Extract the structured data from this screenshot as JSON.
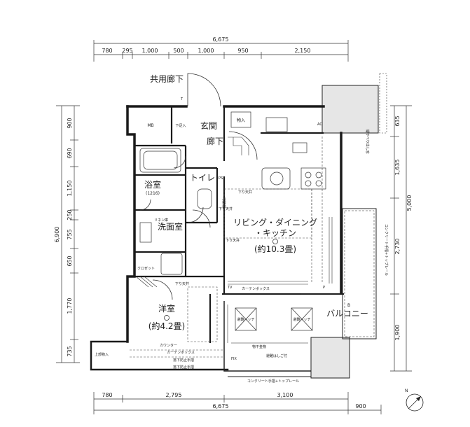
{
  "dimensions": {
    "top_total": "6,675",
    "top_segments": [
      "780",
      "295",
      "1,000",
      "500",
      "1,000",
      "950",
      "2,150"
    ],
    "bottom_segments": [
      "780",
      "2,795",
      "3,100"
    ],
    "bottom_total": "6,675",
    "bottom_balcony": "900",
    "left_total": "6,900",
    "left_segments": [
      "900",
      "690",
      "1,150",
      "250",
      "755",
      "650",
      "1,770",
      "735"
    ],
    "right_segments": [
      "635",
      "1,635",
      "2,730",
      "1,900"
    ],
    "right_total": "5,000"
  },
  "rooms": {
    "corridor": "共用廊下",
    "entrance": "玄関",
    "hall": "廊下",
    "toilet": "トイレ",
    "bath": "浴室",
    "bath_size": "(1216)",
    "washroom": "洗面室",
    "ldk_line1": "リビング・ダイニング",
    "ldk_line2": "・キッチン",
    "ldk_size": "(約10.3畳)",
    "western": "洋室",
    "western_size": "(約4.2畳)",
    "balcony": "バルコニー"
  },
  "labels": {
    "mb": "MB",
    "storage": "物入",
    "shoe_storage": "下足入",
    "linen": "リネン庫",
    "closet": "クロゼット",
    "upper_storage": "上部物入",
    "ps": "PS",
    "movable_shelf": "可動棚",
    "lowered_ceiling": "下り天井",
    "curtain_box": "カーテンボックス",
    "counter": "カウンター",
    "fall_prevention_rail": "落下防止手摺",
    "fix": "FIX",
    "clothes_rail": "物干金物",
    "railing_bottom": "コンクリート手摺+トップレール",
    "railing_right": "コンクリート手摺+トップレール",
    "window_right": "縦すべり出し窓",
    "hatch": "避難ハッチ",
    "hatch_note": "避難はしご付",
    "tv": "TV",
    "tel": "T",
    "p": "P",
    "b": "B",
    "ac": "AC"
  },
  "compass": "N",
  "colors": {
    "wall": "#1a1a1a",
    "line": "#333333",
    "fill_gray": "#e6e6e6",
    "grid": "#bbbbbb"
  }
}
